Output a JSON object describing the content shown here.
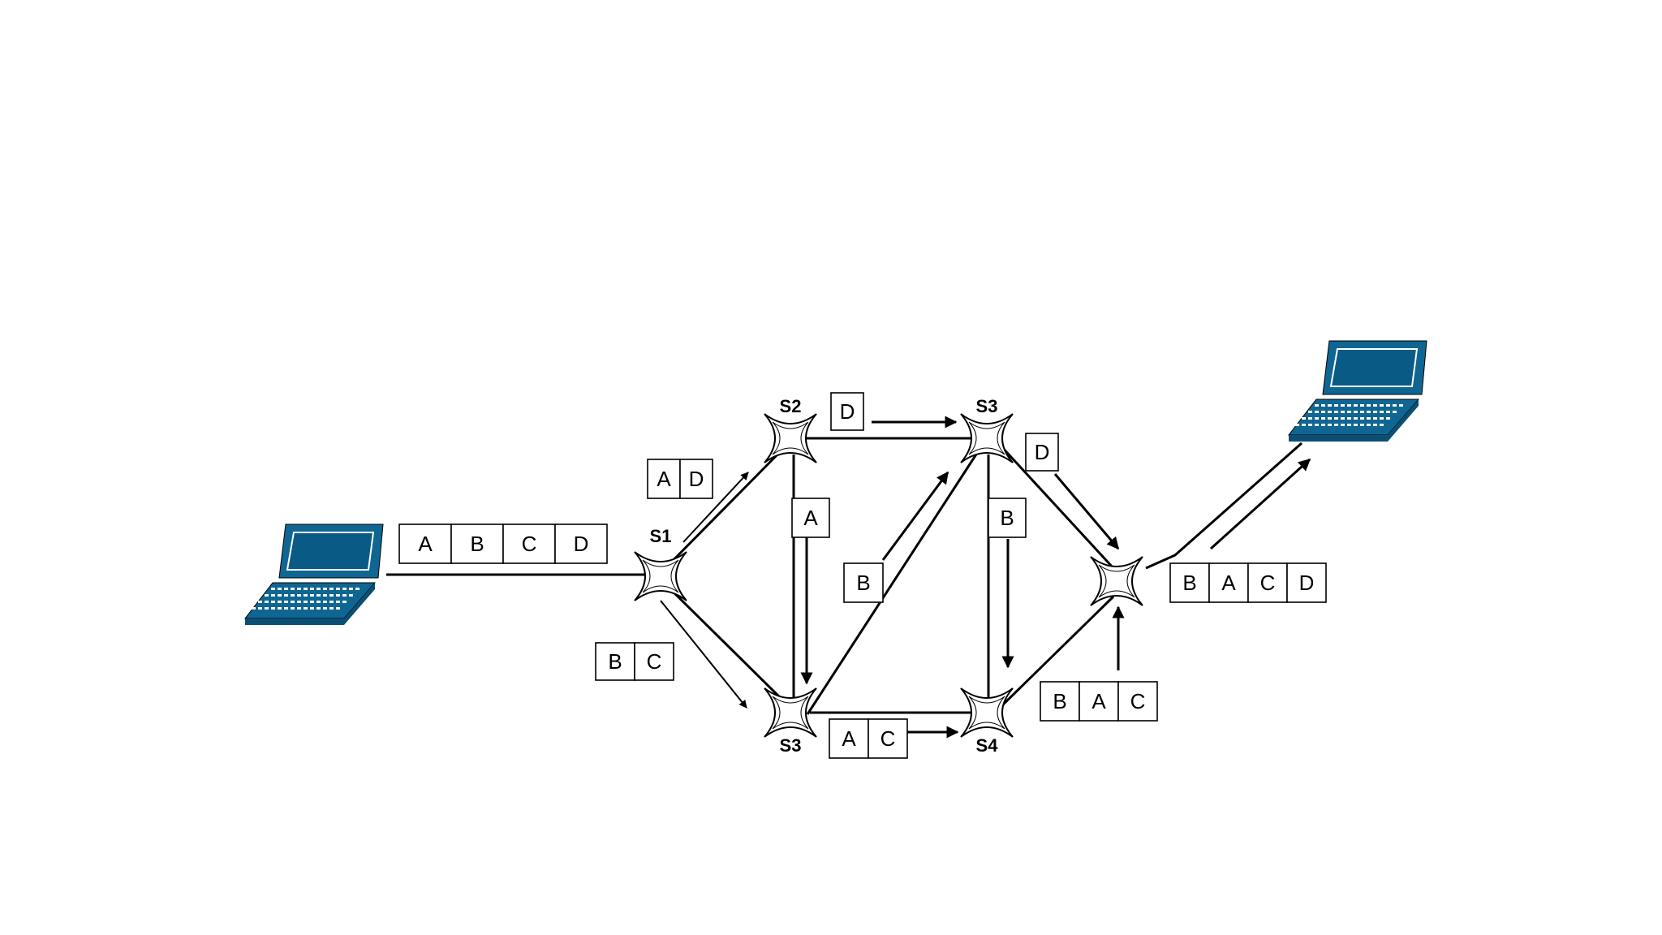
{
  "switches": {
    "s1": "S1",
    "s2": "S2",
    "s3_top": "S3",
    "s3_bottom": "S3",
    "s4": "S4"
  },
  "packets": {
    "source_stream": [
      "A",
      "B",
      "C",
      "D"
    ],
    "s1_to_s2": [
      "A",
      "D"
    ],
    "s1_to_s3": [
      "B",
      "C"
    ],
    "s2_to_s3top": [
      "D"
    ],
    "s2_to_s3bottom": [
      "A"
    ],
    "s3bottom_to_s3top": [
      "B"
    ],
    "s3top_to_s4": [
      "B"
    ],
    "s3top_to_exit": [
      "D"
    ],
    "s3bottom_to_s4": [
      "A",
      "C"
    ],
    "s4_to_exit": [
      "B",
      "A",
      "C"
    ],
    "destination_stream": [
      "B",
      "A",
      "C",
      "D"
    ]
  },
  "colors": {
    "laptop_blue": "#0f6693",
    "laptop_dark": "#0b4f73",
    "laptop_screen": "#0a5a86"
  },
  "icons": [
    "source-laptop-icon",
    "destination-laptop-icon",
    "switch-icon"
  ]
}
